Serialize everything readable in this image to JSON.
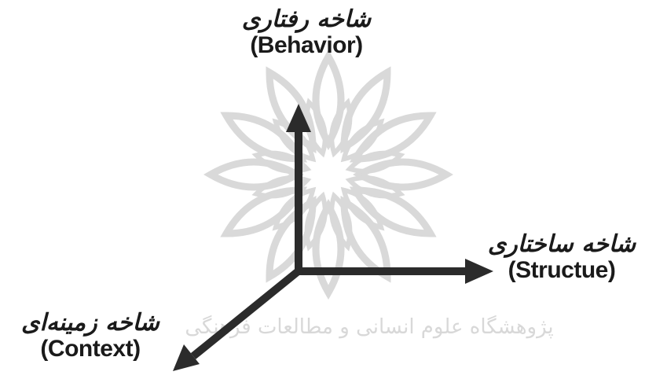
{
  "axes": {
    "behavior": {
      "fa": "شاخه رفتاری",
      "en": "(Behavior)"
    },
    "structure": {
      "fa": "شاخه ساختاری",
      "en": "(Structue)"
    },
    "context": {
      "fa": "شاخه زمینه‌ای",
      "en": "(Context)"
    }
  },
  "watermark": {
    "text": "پژوهشگاه علوم انسانی و مطالعات فرهنگی",
    "color": "#d6d6d6"
  },
  "colors": {
    "arrow": "#2b2b2b",
    "text": "#1a1a1a",
    "watermark": "#d6d6d6"
  }
}
